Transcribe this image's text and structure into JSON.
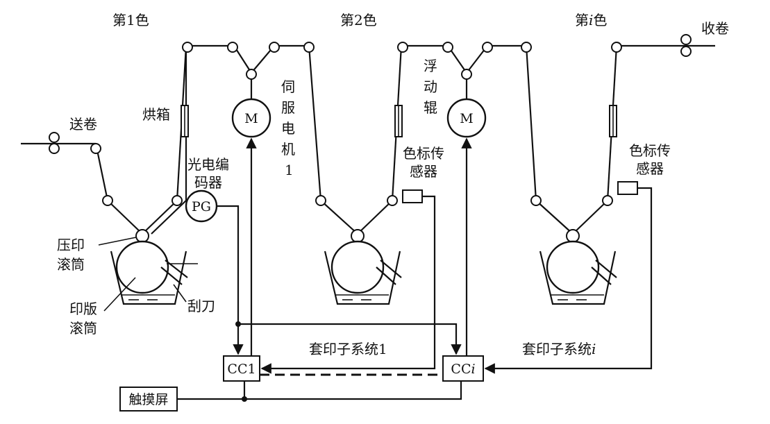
{
  "labels": {
    "color1": "第1色",
    "color2": "第2色",
    "color_i_prefix": "第",
    "color_i_var": "i",
    "color_i_suffix": "色",
    "take_up": "收卷",
    "feed": "送卷",
    "oven": "烘箱",
    "servo_motor": [
      "伺",
      "服",
      "电",
      "机",
      "1"
    ],
    "float_roller": [
      "浮",
      "动",
      "辊"
    ],
    "encoder": [
      "光电编",
      "码器"
    ],
    "mark_sensor_1": [
      "色标传",
      "感器"
    ],
    "mark_sensor_2": [
      "色标传",
      "感器"
    ],
    "impression_cyl": [
      "压印",
      "滚筒"
    ],
    "plate_cyl": [
      "印版",
      "滚筒"
    ],
    "doctor_blade": "刮刀",
    "motor": "M",
    "pg": "PG",
    "cc1": "CC1",
    "cci_prefix": "CC",
    "cci_var": "i",
    "subsystem1": "套印子系统1",
    "subsystem_i_prefix": "套印子系统",
    "subsystem_i_var": "i",
    "touchscreen": "触摸屏"
  }
}
